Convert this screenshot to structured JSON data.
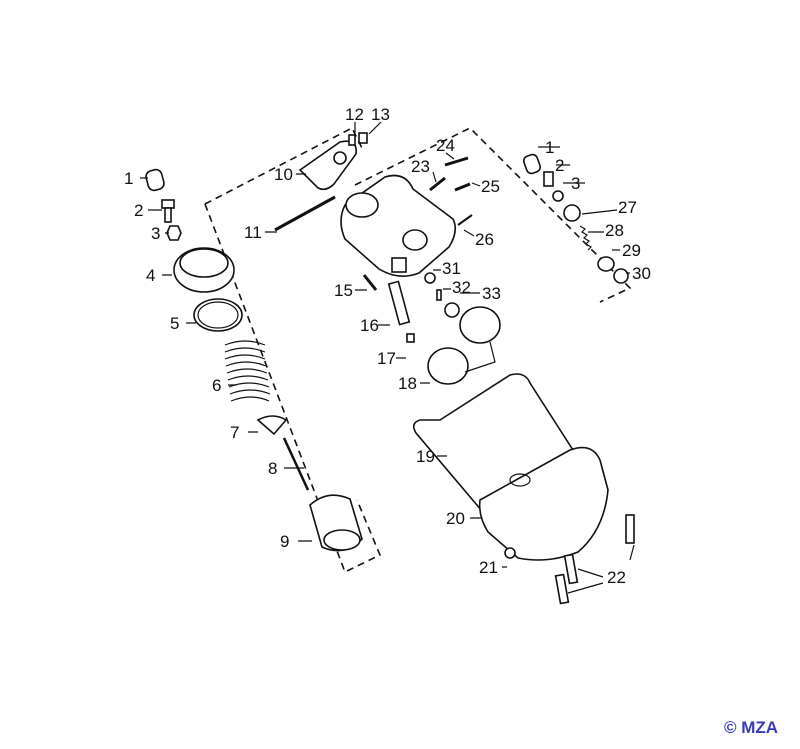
{
  "diagram": {
    "labels": [
      "1",
      "2",
      "3",
      "4",
      "5",
      "6",
      "7",
      "8",
      "9",
      "10",
      "11",
      "12",
      "13",
      "15",
      "16",
      "17",
      "18",
      "19",
      "20",
      "21",
      "22",
      "23",
      "24",
      "25",
      "26",
      "27",
      "28",
      "29",
      "30",
      "31",
      "32",
      "33",
      "1",
      "2",
      "3"
    ]
  },
  "copyright": "© MZA",
  "colors": {
    "copyright": "#3a3ab8",
    "lines": "#111111"
  }
}
